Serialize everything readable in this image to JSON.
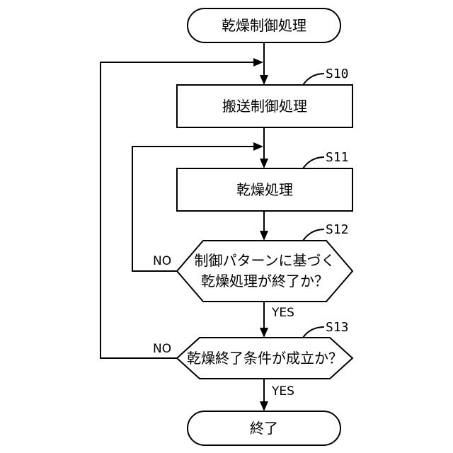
{
  "start": {
    "label": "乾燥制御処理"
  },
  "steps": {
    "s10": {
      "id": "S10",
      "label": "搬送制御処理"
    },
    "s11": {
      "id": "S11",
      "label": "乾燥処理"
    },
    "s12": {
      "id": "S12",
      "line1": "制御パターンに基づく",
      "line2": "乾燥処理が終了か？"
    },
    "s13": {
      "id": "S13",
      "label": "乾燥終了条件が成立か？"
    }
  },
  "end": {
    "label": "終了"
  },
  "branches": {
    "s12_yes": "YES",
    "s12_no": "NO",
    "s13_yes": "YES",
    "s13_no": "NO"
  }
}
